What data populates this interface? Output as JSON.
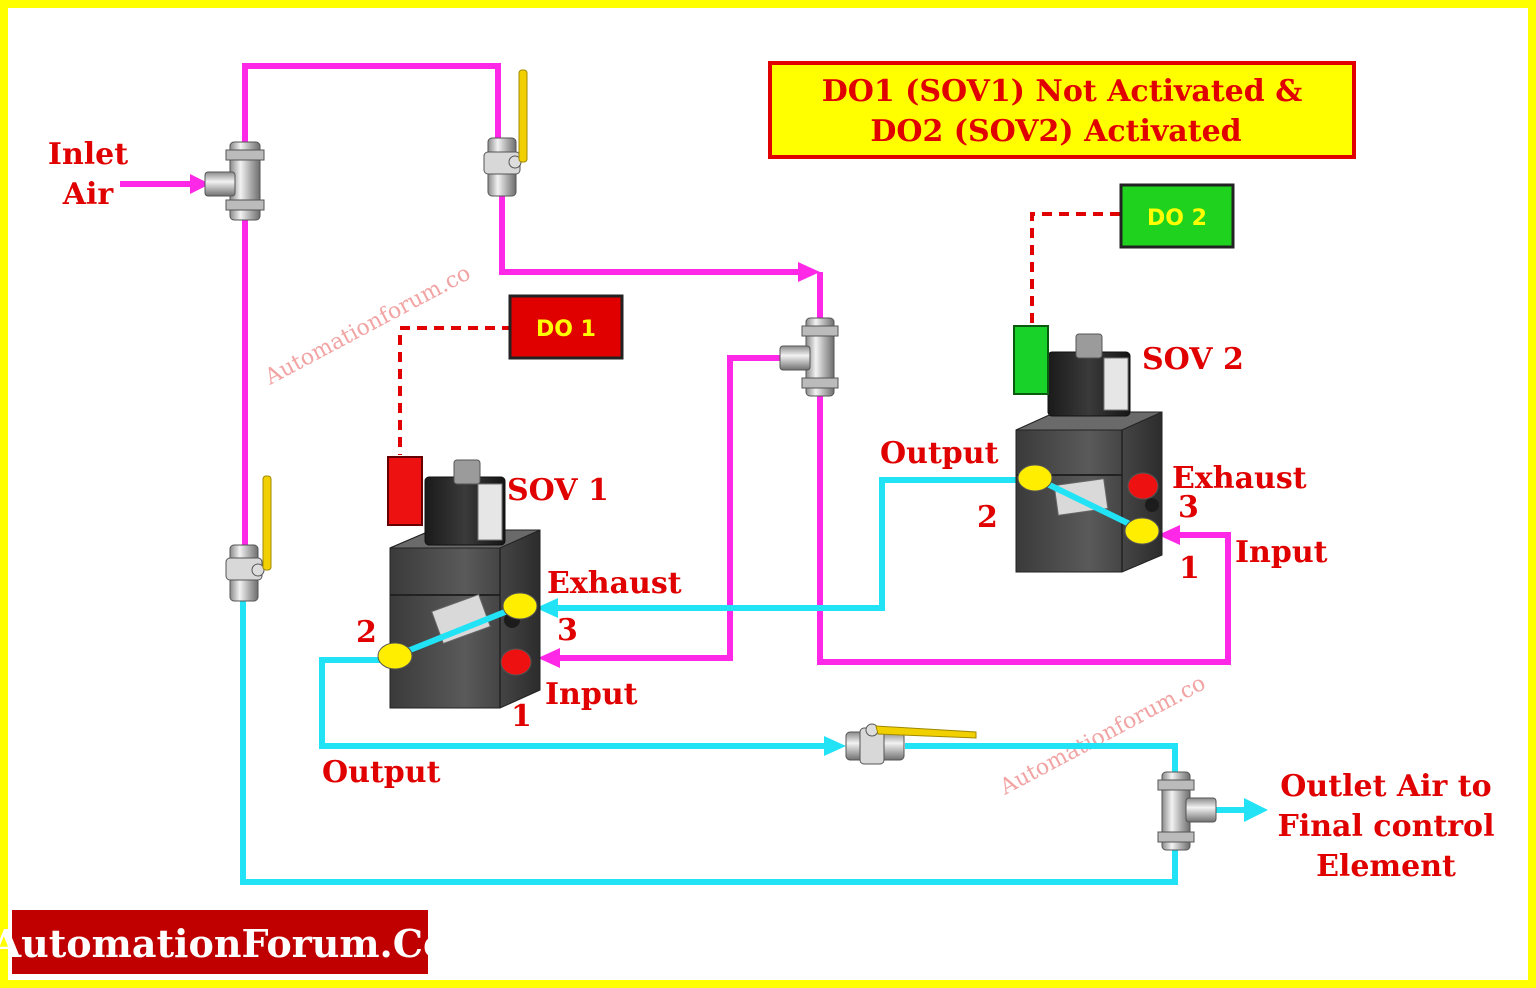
{
  "title": {
    "line1": "DO1 (SOV1) Not Activated &",
    "line2": "DO2 (SOV2) Activated"
  },
  "labels": {
    "inlet_line1": "Inlet",
    "inlet_line2": "Air",
    "sov1": "SOV 1",
    "sov2": "SOV 2",
    "do1": "DO 1",
    "do2": "DO 2",
    "sov1_exhaust": "Exhaust",
    "sov1_input": "Input",
    "sov1_output": "Output",
    "sov1_port2": "2",
    "sov1_port3": "3",
    "sov1_port1": "1",
    "sov2_output": "Output",
    "sov2_exhaust": "Exhaust",
    "sov2_input": "Input",
    "sov2_port2": "2",
    "sov2_port3": "3",
    "sov2_port1": "1",
    "outlet_line1": "Outlet Air to",
    "outlet_line2": "Final control",
    "outlet_line3": "Element"
  },
  "watermark": "Automationforum.co",
  "brand": "AutomationForum.Co",
  "colors": {
    "frame": "#ffff00",
    "pressurized_line": "#ff28e6",
    "vented_line": "#22e2f6",
    "signal_dashed": "#e00000",
    "label_red": "#e00000",
    "do1_box": "#e00000",
    "do2_box": "#1ed21e",
    "coil_sov1": "#ee1111",
    "coil_sov2": "#18d22a",
    "port_yellow": "#ffee00",
    "port_red": "#ee1111",
    "title_box_fill": "#ffff00",
    "title_box_border": "#e00000",
    "brand_box": "#c00000"
  },
  "states": {
    "do1_activated": false,
    "do2_activated": true
  }
}
